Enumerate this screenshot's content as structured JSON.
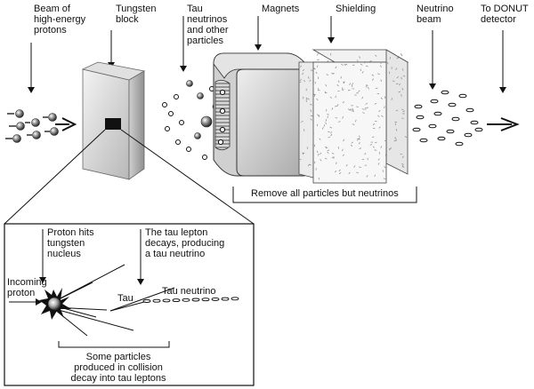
{
  "labels": {
    "beam": "Beam of\nhigh-energy\nprotons",
    "tungsten": "Tungsten\nblock",
    "tau_neutrinos": "Tau\nneutrinos\nand other\nparticles",
    "magnets": "Magnets",
    "shielding": "Shielding",
    "neutrino_beam": "Neutrino\nbeam",
    "donut": "To DONUT\ndetector",
    "remove": "Remove all particles but neutrinos"
  },
  "inset": {
    "proton_hits": "Proton hits\ntungsten\nnucleus",
    "tau_decays": "The tau lepton\ndecays, producing\na tau neutrino",
    "incoming": "Incoming\nproton",
    "tau": "Tau",
    "tau_neutrino": "Tau neutrino",
    "some_particles": "Some particles\nproduced in collision\ndecay into tau leptons"
  }
}
